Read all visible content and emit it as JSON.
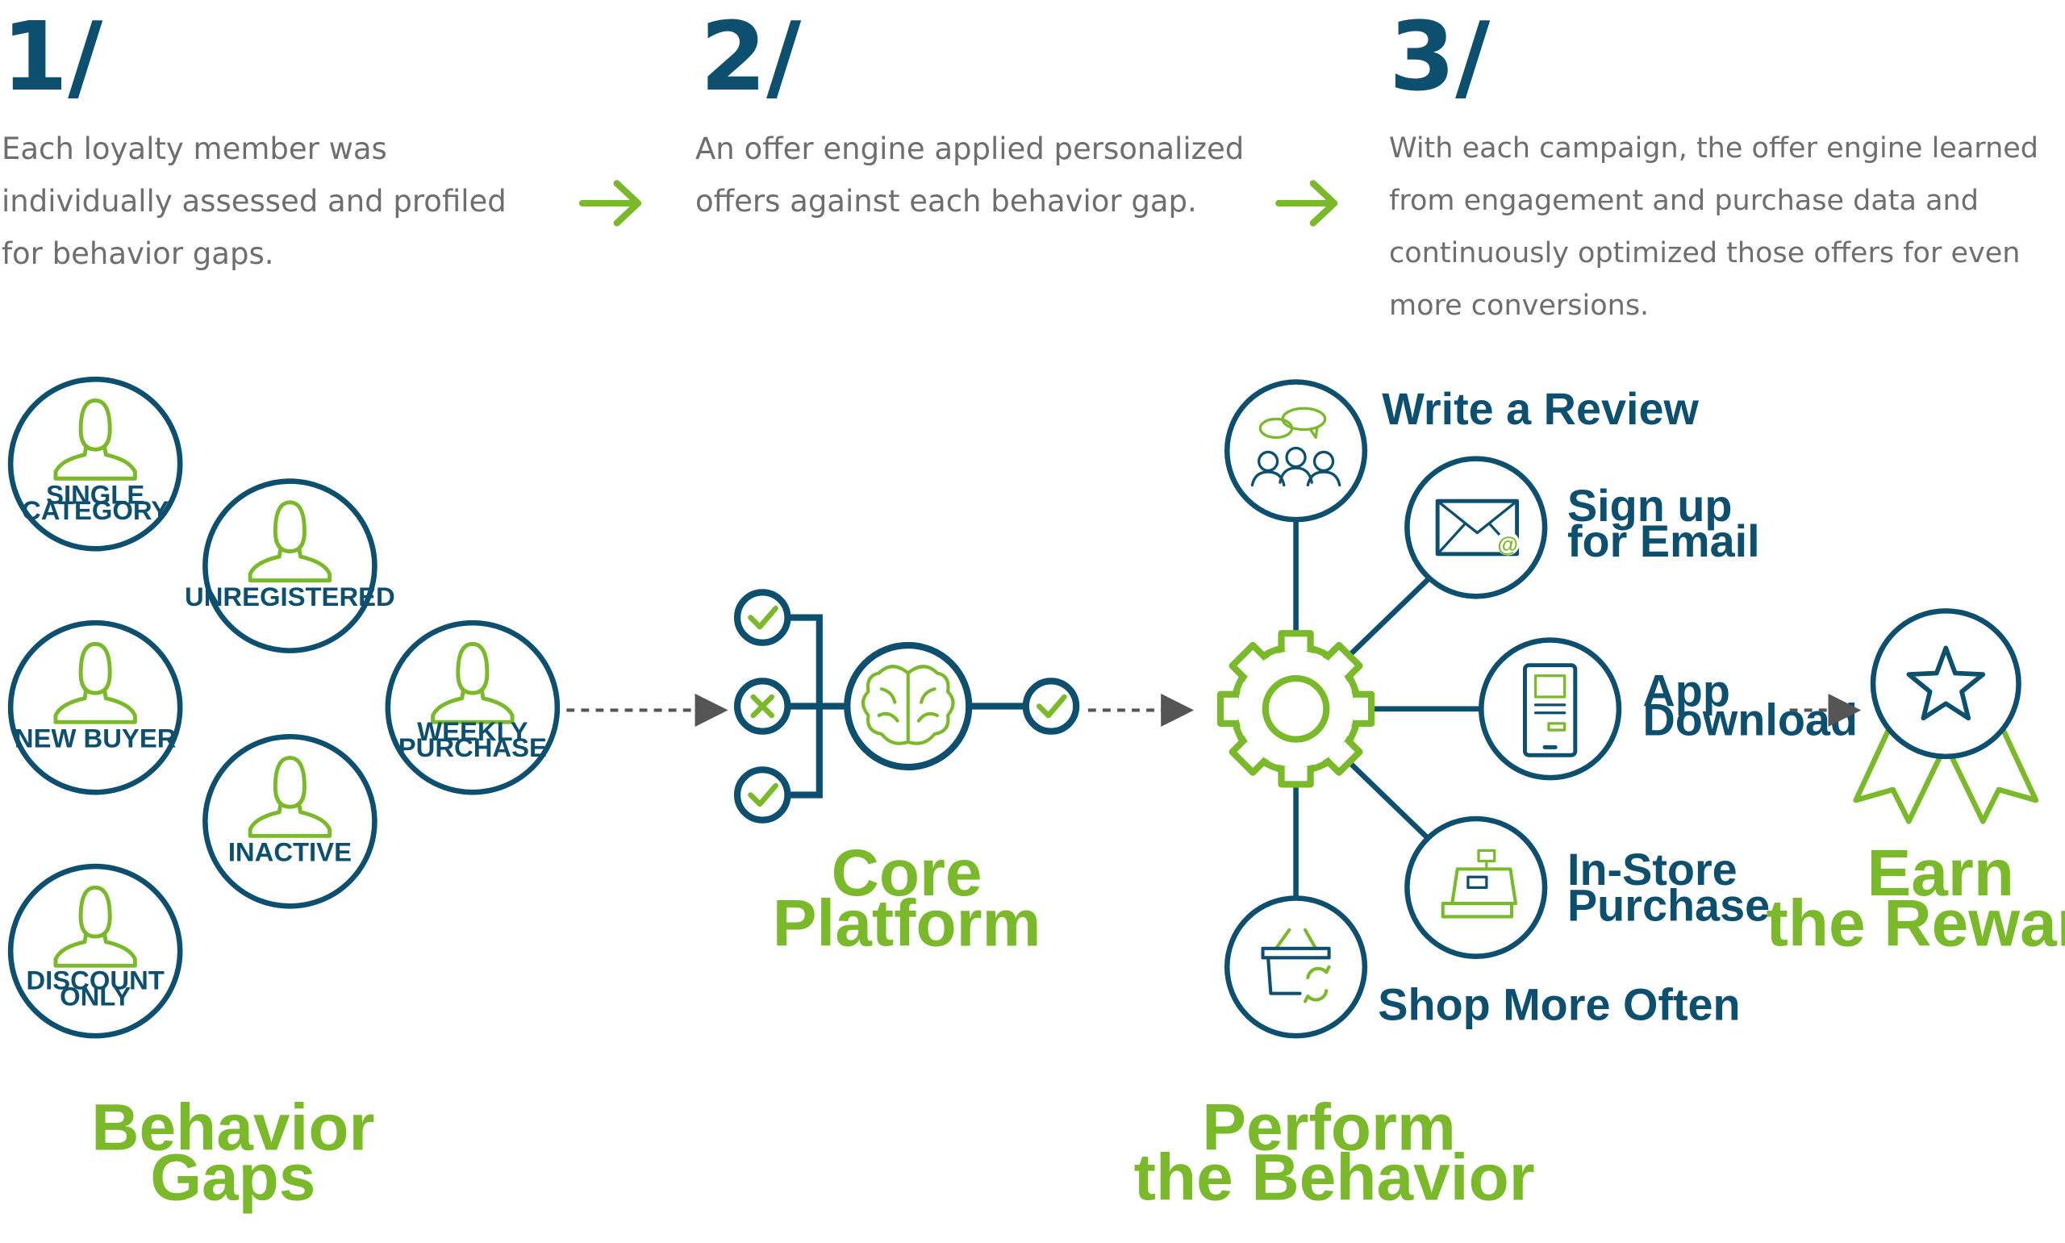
{
  "steps": [
    {
      "number": "1/",
      "text": "Each loyalty member was individually assessed and profiled for behavior gaps."
    },
    {
      "number": "2/",
      "text": "An offer engine applied personalized offers against each behavior gap."
    },
    {
      "number": "3/",
      "text": "With each campaign, the offer engine learned from engagement and purchase data and continuously optimized those offers for even more conversions."
    }
  ],
  "behavior_gaps": {
    "title_line1": "Behavior",
    "title_line2": "Gaps",
    "members": [
      {
        "line1": "SINGLE",
        "line2": "CATEGORY"
      },
      {
        "line1": "UNREGISTERED",
        "line2": ""
      },
      {
        "line1": "NEW BUYER",
        "line2": ""
      },
      {
        "line1": "WEEKLY",
        "line2": "PURCHASE"
      },
      {
        "line1": "INACTIVE",
        "line2": ""
      },
      {
        "line1": "DISCOUNT",
        "line2": "ONLY"
      }
    ]
  },
  "core_platform": {
    "title_line1": "Core",
    "title_line2": "Platform"
  },
  "perform": {
    "title_line1": "Perform",
    "title_line2": "the Behavior",
    "behaviors": [
      {
        "line1": "Write a Review",
        "line2": "",
        "icon": "people-chat-icon"
      },
      {
        "line1": "Sign up",
        "line2": "for Email",
        "icon": "envelope-icon"
      },
      {
        "line1": "App",
        "line2": "Download",
        "icon": "phone-icon"
      },
      {
        "line1": "In-Store",
        "line2": "Purchase",
        "icon": "register-icon"
      },
      {
        "line1": "Shop More Often",
        "line2": "",
        "icon": "basket-icon"
      }
    ]
  },
  "reward": {
    "title_line1": "Earn",
    "title_line2": "the Reward",
    "icon": "award-ribbon-icon"
  },
  "colors": {
    "navy": "#0d4f6e",
    "green": "#7ab929",
    "text_gray": "#6e6e6e",
    "arrow_gray": "#555555"
  }
}
